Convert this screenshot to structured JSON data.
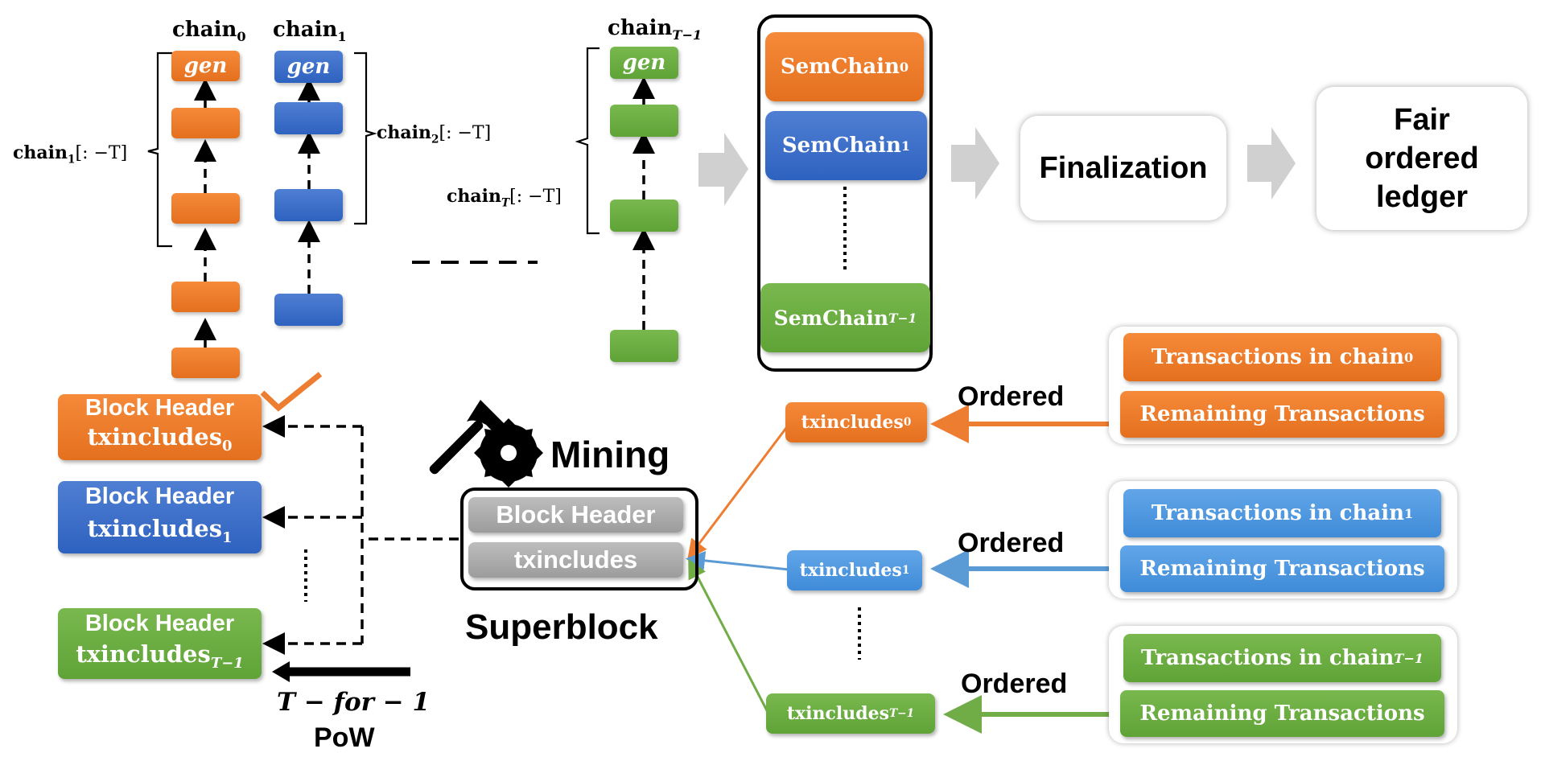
{
  "chains": {
    "chain0_title": "chain",
    "chain0_sub": "0",
    "chain1_title": "chain",
    "chain1_sub": "1",
    "chainT_title": "chain",
    "chainT_sub": "T−1",
    "gen_label": "gen",
    "bracket_left": "chain",
    "bracket_left_sub": "1",
    "bracket_left_rest": "[: −T]",
    "bracket_mid": "chain",
    "bracket_mid_sub": "2",
    "bracket_mid_rest": "[: −T]",
    "bracket_right": "chain",
    "bracket_right_sub": "T",
    "bracket_right_rest": "[: −T]"
  },
  "semchains": {
    "item0": "SemChain",
    "item0_sub": "0",
    "item1": "SemChain",
    "item1_sub": "1",
    "itemT": "SemChain",
    "itemT_sub": "T−1"
  },
  "pipeline": {
    "finalization": "Finalization",
    "ledger_l1": "Fair",
    "ledger_l2": "ordered",
    "ledger_l3": "ledger"
  },
  "headers": {
    "h0_l1": "Block Header",
    "h0_l2": "txincludes",
    "h0_sub": "0",
    "h1_l1": "Block Header",
    "h1_l2": "txincludes",
    "h1_sub": "1",
    "hT_l1": "Block Header",
    "hT_l2": "txincludes",
    "hT_sub": "T−1"
  },
  "mining": {
    "label": "Mining",
    "sb_header": "Block Header",
    "sb_tx": "txincludes",
    "superblock": "Superblock",
    "tfor1": "T − for − 1",
    "pow": "PoW"
  },
  "txincludes": {
    "t0": "txincludes",
    "t0_sub": "0",
    "t1": "txincludes",
    "t1_sub": "1",
    "tT": "txincludes",
    "tT_sub": "T−1",
    "ordered": "Ordered"
  },
  "groups": {
    "g0_tx": "Transactions  in chain",
    "g0_sub": "0",
    "g1_tx": "Transactions  in chain",
    "g1_sub": "1",
    "gT_tx": "Transactions  in chain",
    "gT_sub": "T−1",
    "remaining": "Remaining Transactions"
  },
  "colors": {
    "orange": "#ed7d31",
    "blue": "#4472c4",
    "green": "#70ad47",
    "light_blue": "#5b9bd5",
    "gray_arrow": "#d0d0d0"
  }
}
